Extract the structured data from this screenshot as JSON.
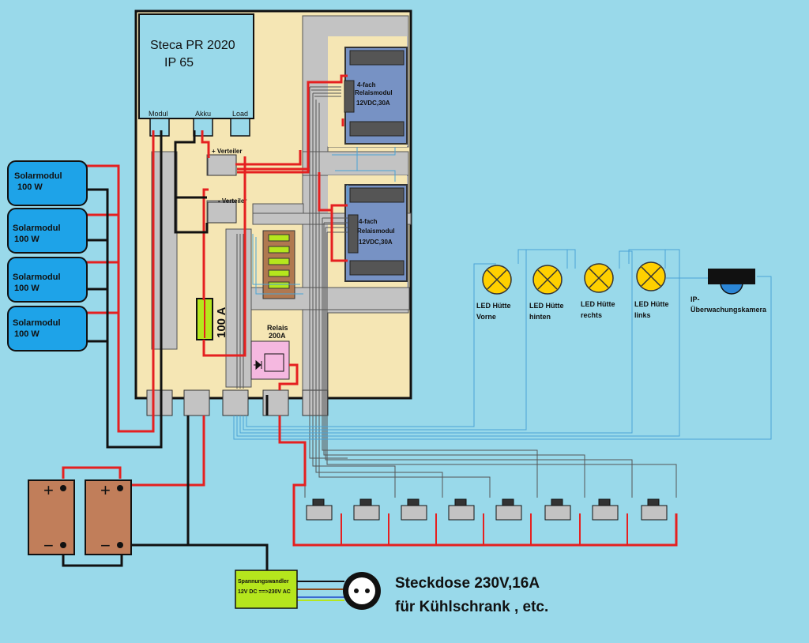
{
  "controller": {
    "title": "Steca PR 2020",
    "subtitle": "IP 65",
    "port_modul": "Modul",
    "port_akku": "Akku",
    "port_load": "Load"
  },
  "distributors": {
    "plus": "+ Verteiler",
    "minus": "- Verteiler"
  },
  "relay_modules": [
    {
      "line1": "4-fach",
      "line2": "Relaismodul",
      "line3": "12VDC,30A"
    },
    {
      "line1": "4-fach",
      "line2": "Relaismodul",
      "line3": "12VDC,30A"
    }
  ],
  "fuse_label": "100 A",
  "relay200": {
    "line1": "Relais",
    "line2": "200A"
  },
  "solar_modules": [
    {
      "line1": "Solarmodul",
      "line2": "100 W"
    },
    {
      "line1": "Solarmodul",
      "line2": "100 W"
    },
    {
      "line1": "Solarmodul",
      "line2": "100 W"
    },
    {
      "line1": "Solarmodul",
      "line2": "100 W"
    }
  ],
  "lamps": [
    {
      "line1": "LED Hütte",
      "line2": "Vorne"
    },
    {
      "line1": "LED Hütte",
      "line2": "hinten"
    },
    {
      "line1": "LED Hütte",
      "line2": "rechts"
    },
    {
      "line1": "LED Hütte",
      "line2": "links"
    }
  ],
  "camera": {
    "line1": "IP-",
    "line2": "Überwachungskamera"
  },
  "inverter": {
    "line1": "Spannungswandler",
    "line2": "12V DC ==>230V AC"
  },
  "socket": {
    "line1": "Steckdose 230V,16A",
    "line2": "für Kühlschrank , etc."
  },
  "battery_plus": "+",
  "battery_minus": "−",
  "colors": {
    "background": "#99d9ea",
    "panel": "#f5e6b4",
    "solar": "#1ea3e8",
    "relay": "#7792c4",
    "battery": "#c17e5a",
    "inverter": "#b5e61d",
    "lamp": "#ffd000",
    "wire_red": "#e52020",
    "wire_black": "#111111",
    "wire_blue": "#4aa3d6",
    "relay200": "#f5b8e0"
  }
}
